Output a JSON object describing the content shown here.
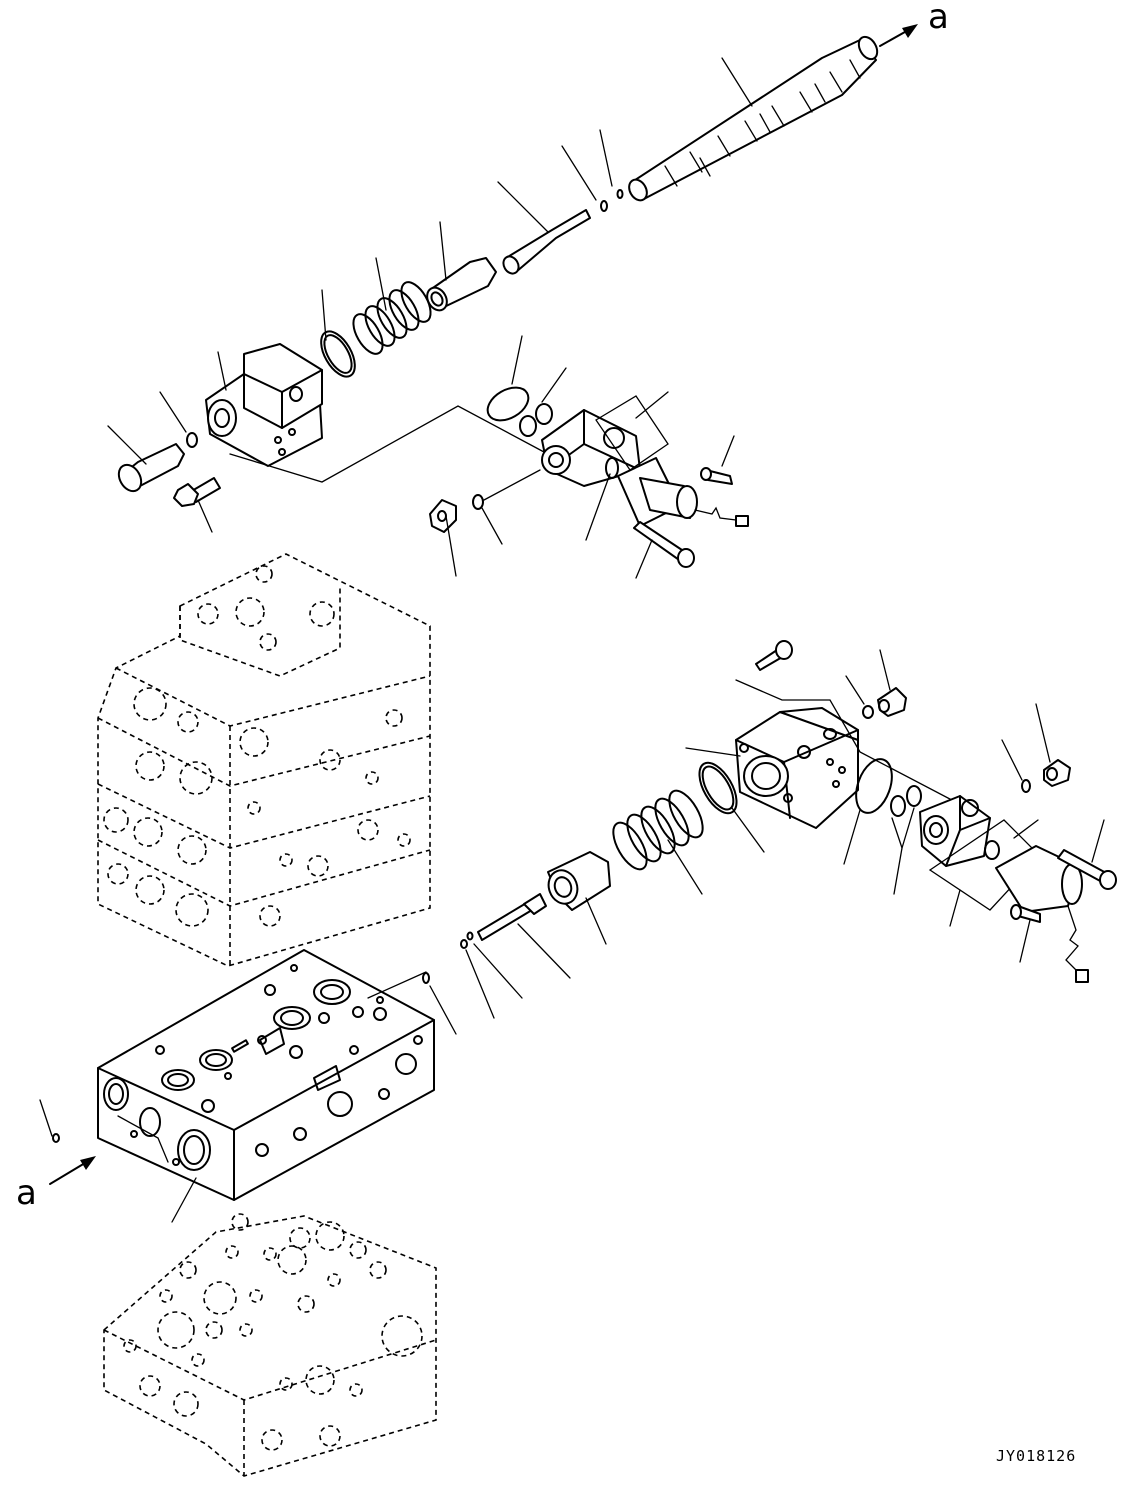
{
  "diagram": {
    "reference_labels": {
      "top_right": "a",
      "bottom_left": "a"
    },
    "drawing_code": "JY018126"
  }
}
